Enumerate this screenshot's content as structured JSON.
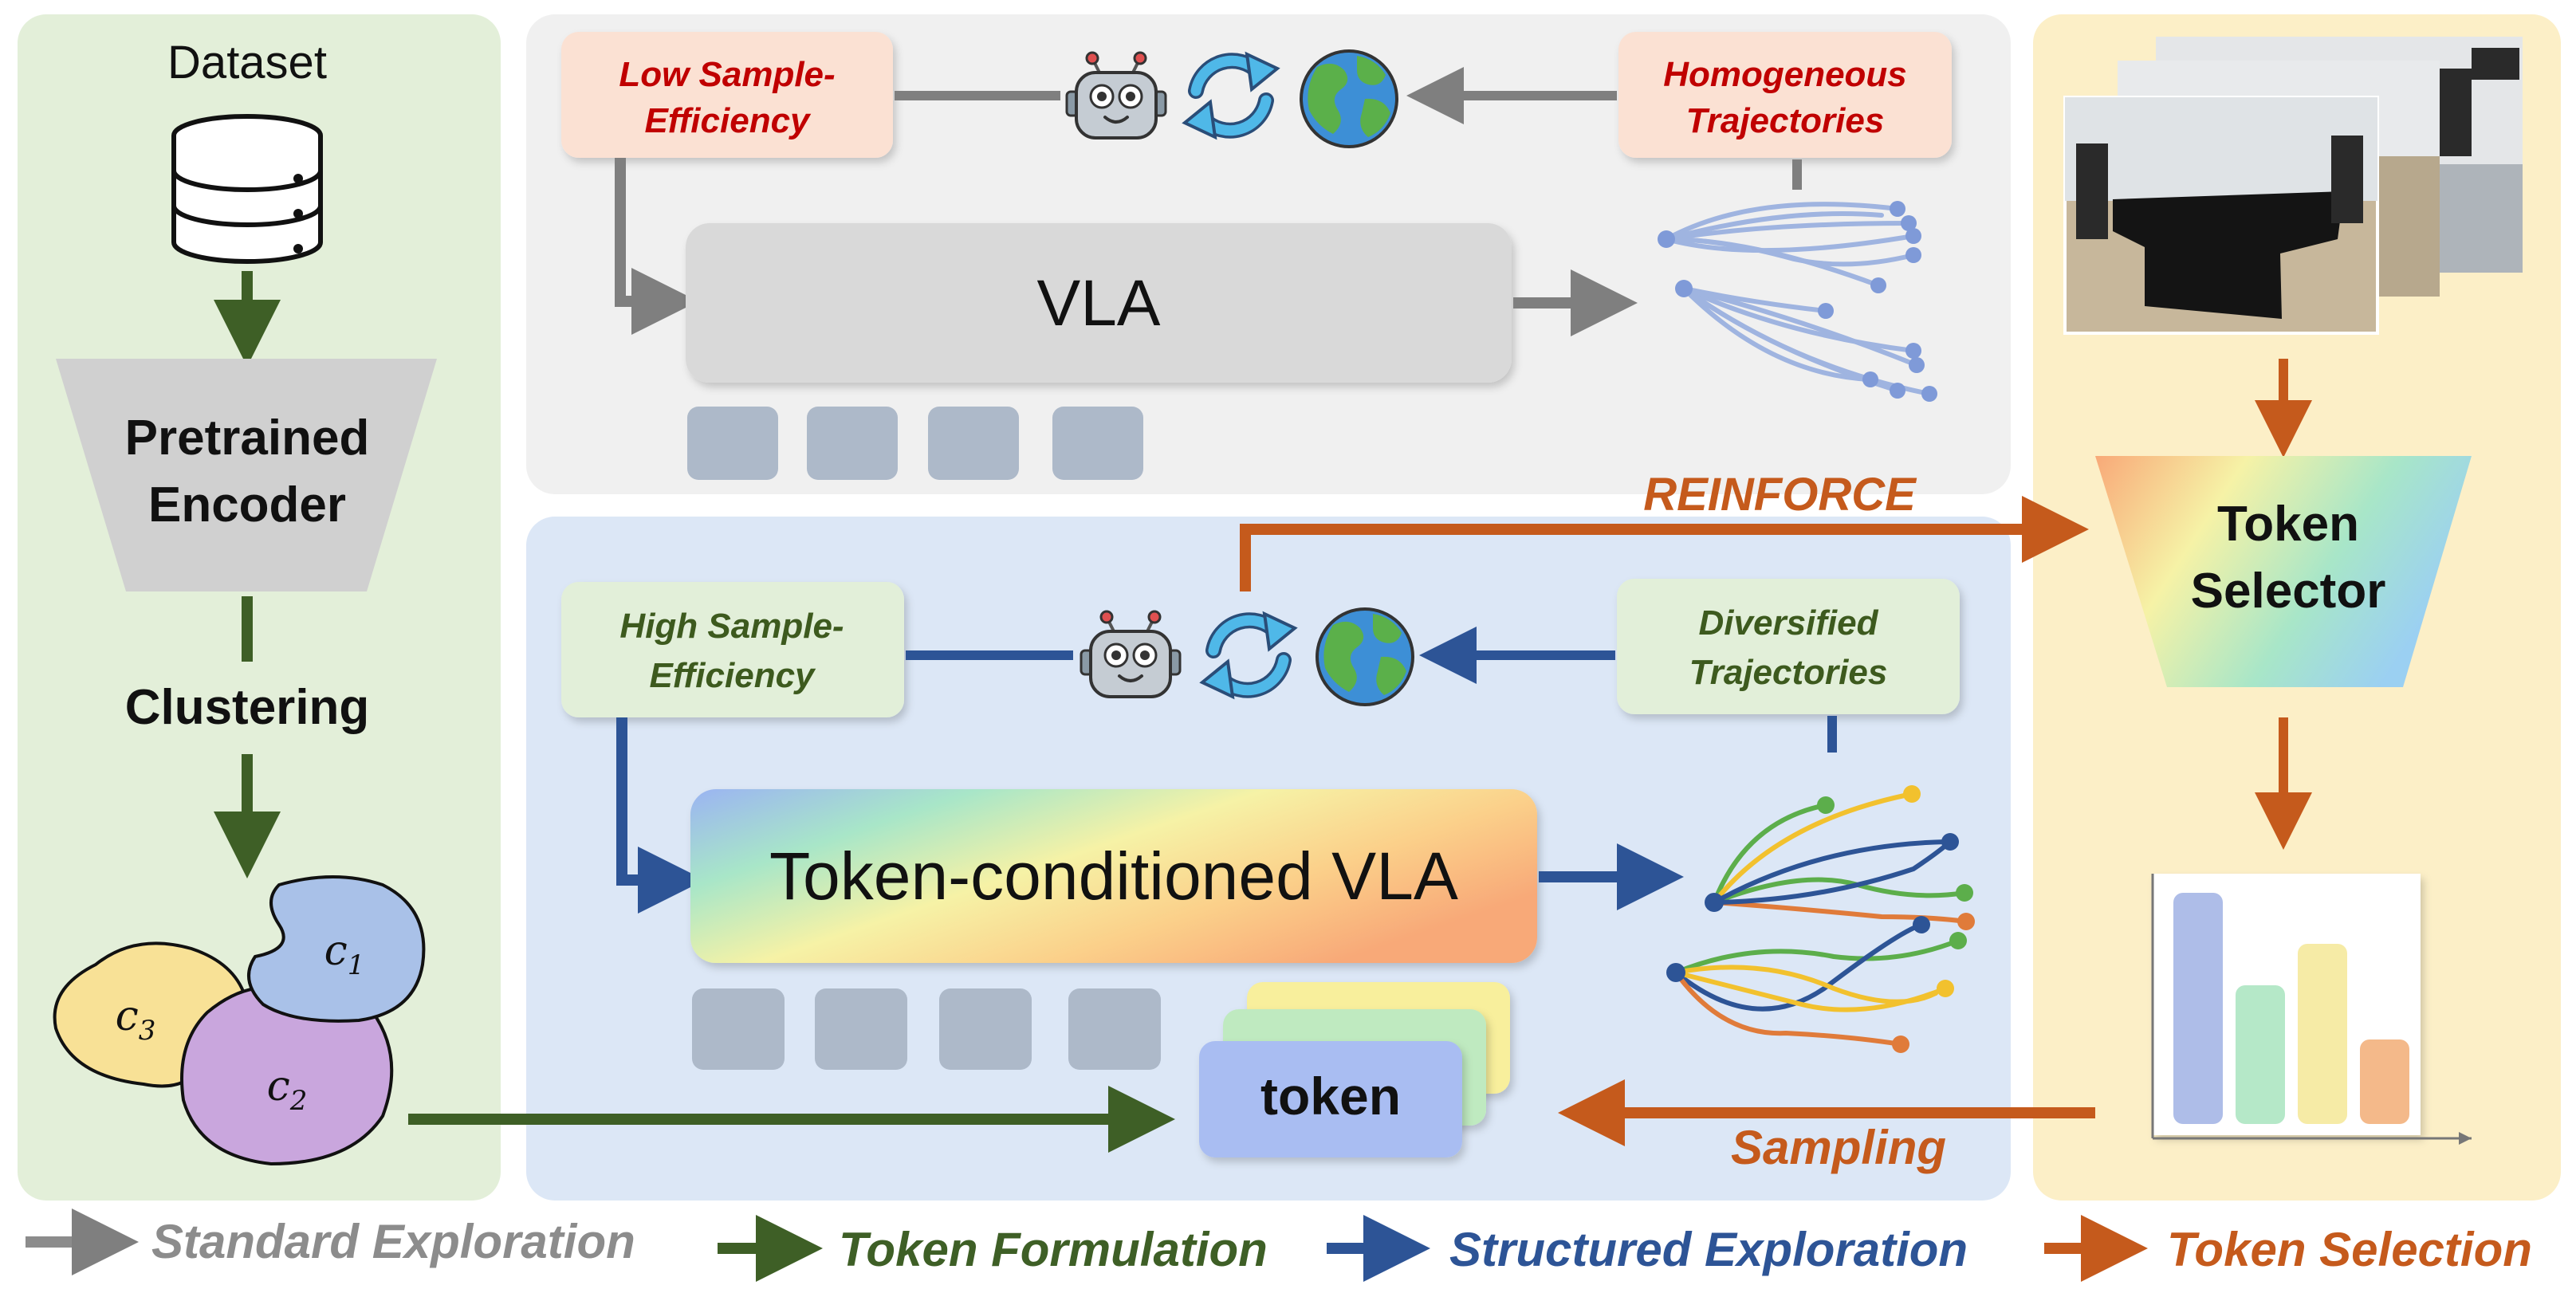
{
  "left_panel": {
    "dataset_label": "Dataset",
    "encoder_label_line1": "Pretrained",
    "encoder_label_line2": "Encoder",
    "clustering_label": "Clustering",
    "clusters": [
      {
        "base": "c",
        "sub": "1"
      },
      {
        "base": "c",
        "sub": "2"
      },
      {
        "base": "c",
        "sub": "3"
      }
    ]
  },
  "top_panel": {
    "low_efficiency_line1": "Low Sample-",
    "low_efficiency_line2": "Efficiency",
    "homogeneous_line1": "Homogeneous",
    "homogeneous_line2": "Trajectories",
    "vla_label": "VLA"
  },
  "middle": {
    "reinforce_label": "REINFORCE",
    "sampling_label": "Sampling"
  },
  "bottom_panel": {
    "high_efficiency_line1": "High Sample-",
    "high_efficiency_line2": "Efficiency",
    "diversified_line1": "Diversified",
    "diversified_line2": "Trajectories",
    "token_vla_label": "Token-conditioned VLA",
    "token_label": "token"
  },
  "right_panel": {
    "selector_line1": "Token",
    "selector_line2": "Selector"
  },
  "legend": [
    {
      "label": "Standard Exploration",
      "color": "#8c8c8c"
    },
    {
      "label": "Token Formulation",
      "color": "#3e5f26"
    },
    {
      "label": "Structured Exploration",
      "color": "#2d5496"
    },
    {
      "label": "Token Selection",
      "color": "#c55a1c"
    }
  ],
  "colors": {
    "gray_arrow": "#7f7f7f",
    "green_arrow": "#3e5f26",
    "blue_arrow": "#2d5496",
    "orange_arrow": "#c55a1c",
    "red_text": "#c00000",
    "green_text": "#3d5a1e"
  }
}
